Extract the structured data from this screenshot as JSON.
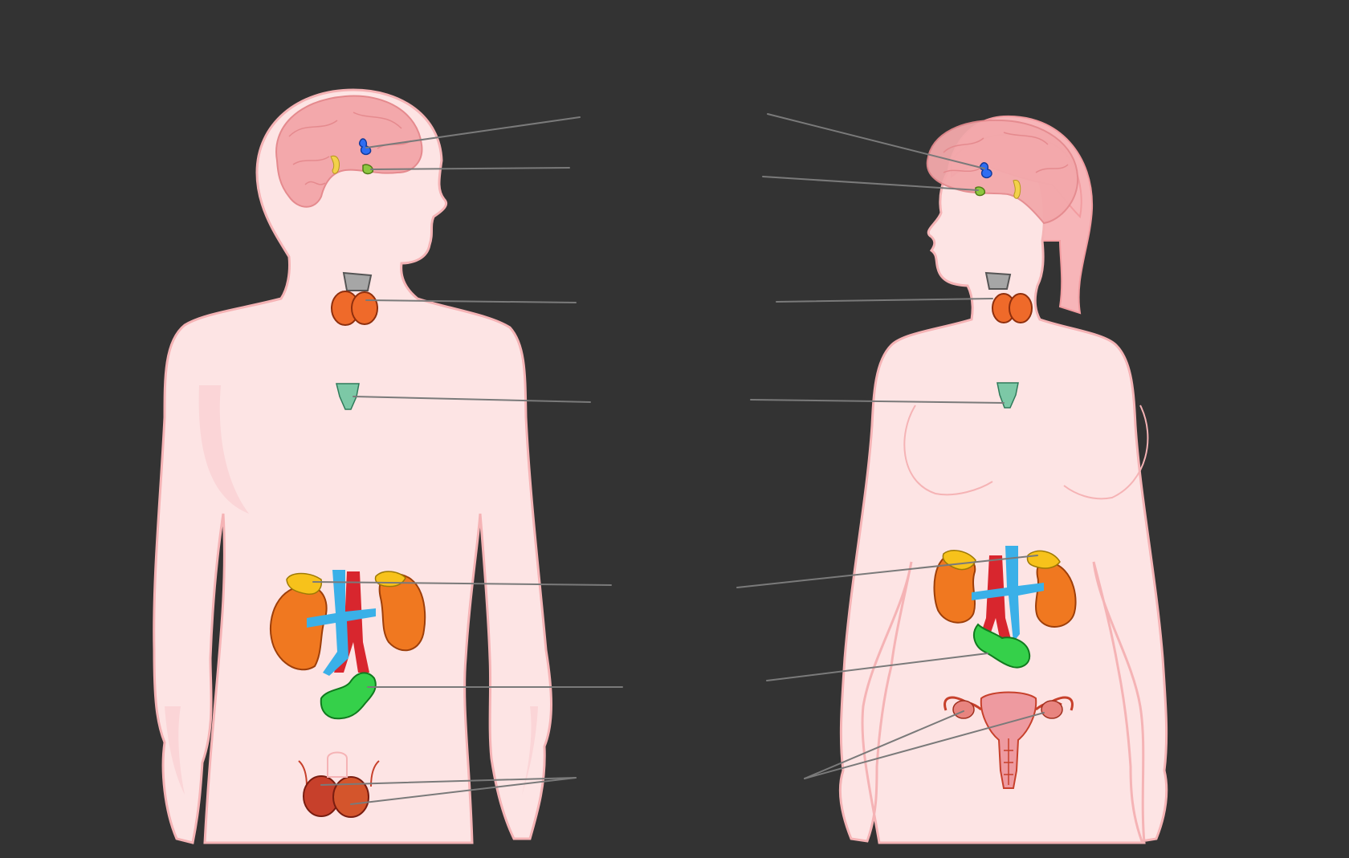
{
  "diagram": {
    "figures": [
      "male",
      "female"
    ],
    "glands": [
      "pineal",
      "pituitary",
      "thyroid",
      "thymus",
      "adrenal",
      "pancreas",
      "gonads"
    ],
    "labels": []
  },
  "colors": {
    "background": "#333333",
    "skin": "#fde4e4",
    "skin_outline": "#f5b3b5",
    "skin_shadow": "#f9cfd1",
    "brain": "#f3a8ab",
    "brain_outline": "#e58a8e",
    "pineal": "#2e6df2",
    "pituitary": "#8dc63f",
    "hypothalamus": "#f2d14a",
    "thyroid": "#ef6a2a",
    "larynx": "#a6a6a6",
    "thymus": "#7cc8a6",
    "kidney": "#f07820",
    "adrenal": "#f7c21b",
    "vein": "#3ab0e8",
    "artery": "#d8262e",
    "pancreas": "#35d04a",
    "testes": "#c7402b",
    "uterus": "#ee9aa0",
    "leader_line": "#7a7a7a"
  }
}
